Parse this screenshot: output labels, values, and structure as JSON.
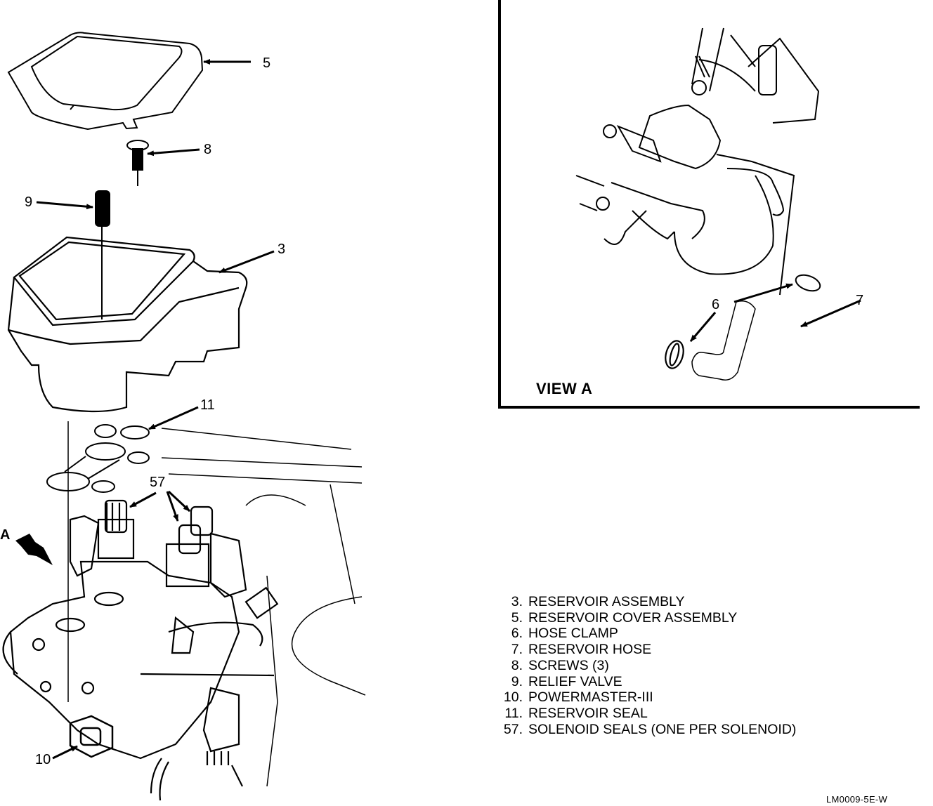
{
  "figure": {
    "code": "LM0009-5E-W",
    "view_label": "VIEW A",
    "direction_marker": "A"
  },
  "callouts": {
    "c3": "3",
    "c5": "5",
    "c6a": "6",
    "c7": "7",
    "c8": "8",
    "c9": "9",
    "c10": "10",
    "c11": "11",
    "c57": "57"
  },
  "legend": [
    {
      "num": "3.",
      "label": "RESERVOIR ASSEMBLY"
    },
    {
      "num": "5.",
      "label": "RESERVOIR COVER ASSEMBLY"
    },
    {
      "num": "6.",
      "label": "HOSE CLAMP"
    },
    {
      "num": "7.",
      "label": "RESERVOIR HOSE"
    },
    {
      "num": "8.",
      "label": "SCREWS (3)"
    },
    {
      "num": "9.",
      "label": "RELIEF VALVE"
    },
    {
      "num": "10.",
      "label": "POWERMASTER-III"
    },
    {
      "num": "11.",
      "label": "RESERVOIR SEAL"
    },
    {
      "num": "57.",
      "label": "SOLENOID SEALS (ONE PER SOLENOID)"
    }
  ]
}
